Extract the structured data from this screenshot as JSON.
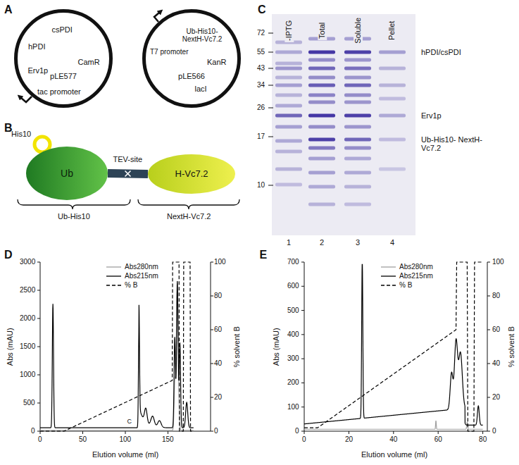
{
  "diagram": {
    "nodes": [
      {
        "text": [
          "pLE577"
        ]
      },
      {
        "text": [
          "pLE566"
        ]
      },
      {
        "text": [
          "Ub"
        ]
      },
      {
        "text": [
          "H-Vc7.2"
        ]
      }
    ],
    "edges": [
      {
        "from": 2,
        "to": 3,
        "arrow": "none",
        "label": "TEV-site"
      }
    ],
    "labels": [
      "A",
      "csPDI",
      "hPDI",
      "Erv1p",
      "CamR",
      "tac promoter",
      "T7 promoter",
      "Ub-His10- NextH-Vc7.2",
      "KanR",
      "lacI",
      "B",
      "His10",
      "Ub-His10",
      "NextH-Vc7.2",
      "C",
      "-IPTG",
      "Total",
      "Soluble",
      "Pellet",
      "72",
      "55",
      "43",
      "34",
      "26",
      "17",
      "10",
      "hPDI/csPDI",
      "Erv1p",
      "Ub-His10- NextH-Vc7.2",
      "1",
      "2",
      "3",
      "4",
      "D",
      "0",
      "500",
      "1000",
      "1500",
      "2000",
      "2500",
      "3000",
      "0",
      "50",
      "100",
      "150",
      "0",
      "20",
      "40",
      "60",
      "80",
      "100",
      "Abs (mAU)",
      "Elution volume (ml)",
      "% solvent B",
      "C",
      "E",
      "0",
      "100",
      "200",
      "300",
      "400",
      "500",
      "600",
      "700",
      "0",
      "20",
      "40",
      "60",
      "80",
      "0",
      "20",
      "40",
      "60",
      "80",
      "100",
      "Abs (mAU)",
      "Elution volume (ml)",
      "% solvent B"
    ],
    "legend": [
      {
        "text": "Abs280nm"
      },
      {
        "text": "Abs215nm"
      },
      {
        "text": "% B"
      },
      {
        "text": "Abs280nm"
      },
      {
        "text": "Abs215nm"
      },
      {
        "text": "% B"
      }
    ]
  }
}
